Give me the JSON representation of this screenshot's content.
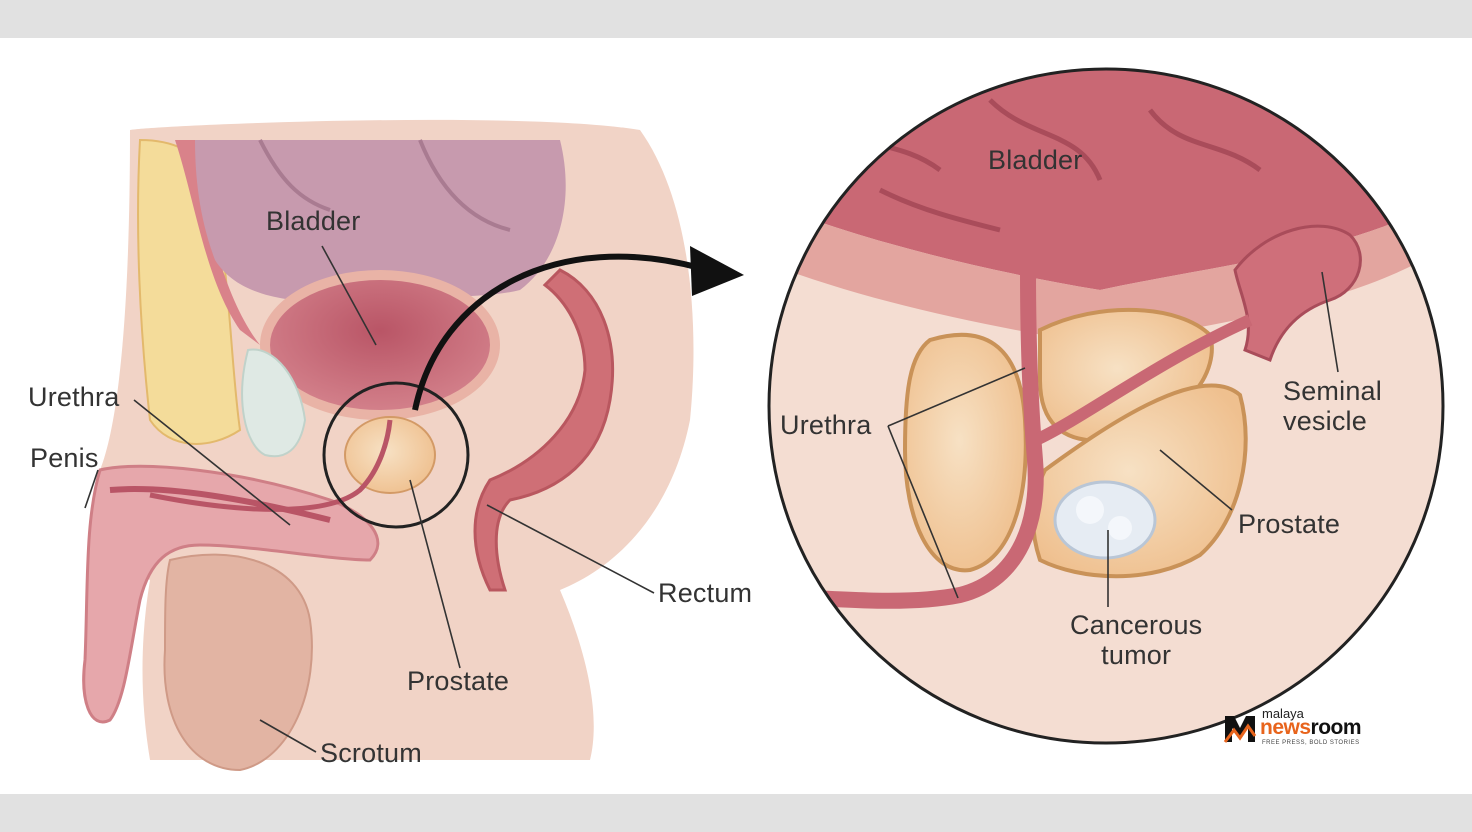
{
  "labels": {
    "left_bladder": "Bladder",
    "left_urethra": "Urethra",
    "left_penis": "Penis",
    "left_rectum": "Rectum",
    "left_prostate": "Prostate",
    "left_scrotum": "Scrotum",
    "right_bladder": "Bladder",
    "right_urethra": "Urethra",
    "right_seminal_vesicle": "Seminal\nvesicle",
    "right_prostate": "Prostate",
    "right_tumor": "Cancerous\ntumor"
  },
  "logo": {
    "top_word": "malaya",
    "main_prefix": "news",
    "main_suffix": "room",
    "tagline": "FREE PRESS, BOLD STORIES"
  },
  "colors": {
    "skin": "#f1d3c6",
    "tissue": "#d9828a",
    "bladder_wall": "#c75f6a",
    "prostate": "#f3c79a",
    "tumor": "#e6ecf3",
    "accent": "#e8641c"
  },
  "icons": {
    "arrow": "curved-arrow-icon",
    "logo_mark": "mn-logo-icon"
  }
}
